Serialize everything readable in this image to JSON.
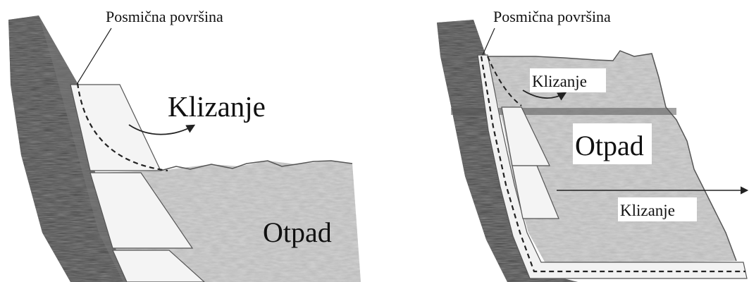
{
  "panels": [
    {
      "id": "left",
      "label_surface": "Posmična površina",
      "label_slide": "Klizanje",
      "label_waste": "Otpad"
    },
    {
      "id": "right",
      "label_surface": "Posmična površina",
      "label_slide_top": "Klizanje",
      "label_waste": "Otpad",
      "label_slide_bottom": "Klizanje"
    }
  ]
}
